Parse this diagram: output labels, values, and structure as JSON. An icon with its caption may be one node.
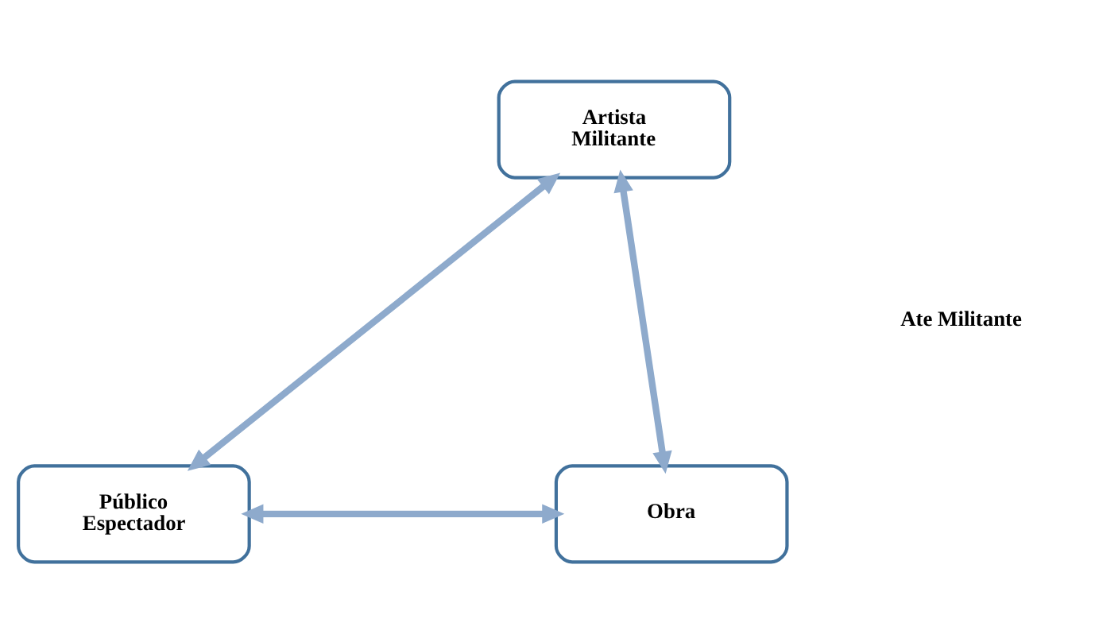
{
  "diagram": {
    "nodes": [
      {
        "text": [
          "Artista Militante"
        ]
      },
      {
        "text": [
          "Público Espectador"
        ]
      },
      {
        "text": [
          "Obra"
        ]
      }
    ],
    "edges": [
      {
        "from": 0,
        "to": 1,
        "arrow": "both"
      },
      {
        "from": 0,
        "to": 2,
        "arrow": "both"
      },
      {
        "from": 1,
        "to": 2,
        "arrow": "both"
      }
    ],
    "labels": [
      "Ate Militante"
    ]
  }
}
